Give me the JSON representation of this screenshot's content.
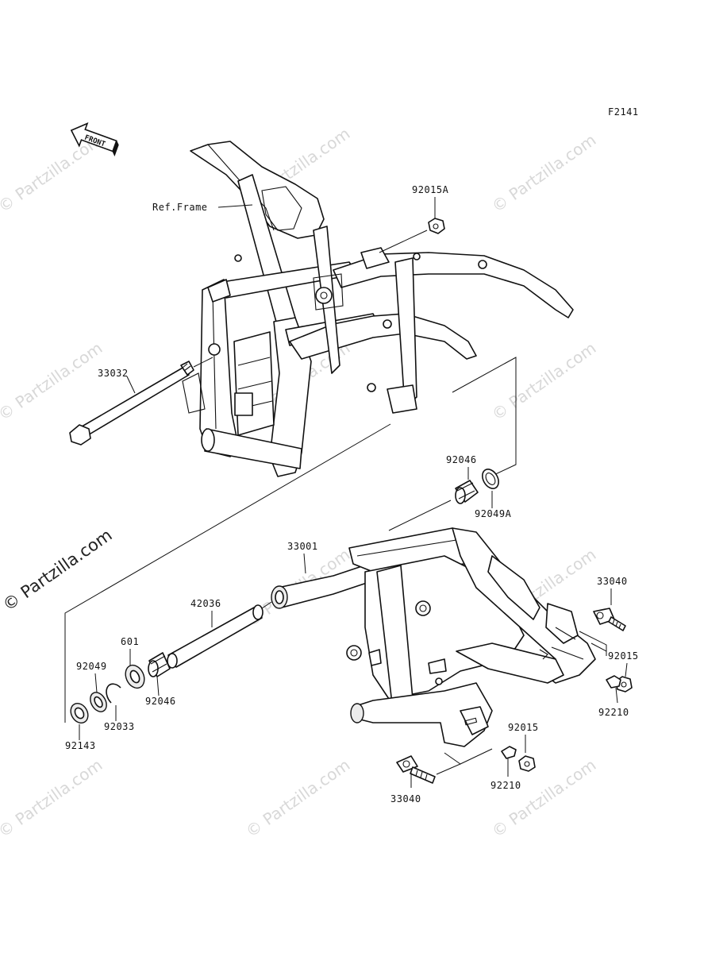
{
  "figure_code": "F2141",
  "front_arrow_label": "FRONT",
  "watermark": "© Partzilla.com",
  "watermark_large": "© Partzilla.com",
  "labels": {
    "ref_frame": "Ref.Frame",
    "p92015A": "92015A",
    "p33032": "33032",
    "p92046_top": "92046",
    "p92049A": "92049A",
    "p33001": "33001",
    "p42036": "42036",
    "p601": "601",
    "p92049": "92049",
    "p92046_bottom": "92046",
    "p92033": "92033",
    "p92143": "92143",
    "p33040_right": "33040",
    "p92015_right": "92015",
    "p92210_right": "92210",
    "p92015_bottom": "92015",
    "p92210_bottom": "92210",
    "p33040_bottom": "33040"
  }
}
